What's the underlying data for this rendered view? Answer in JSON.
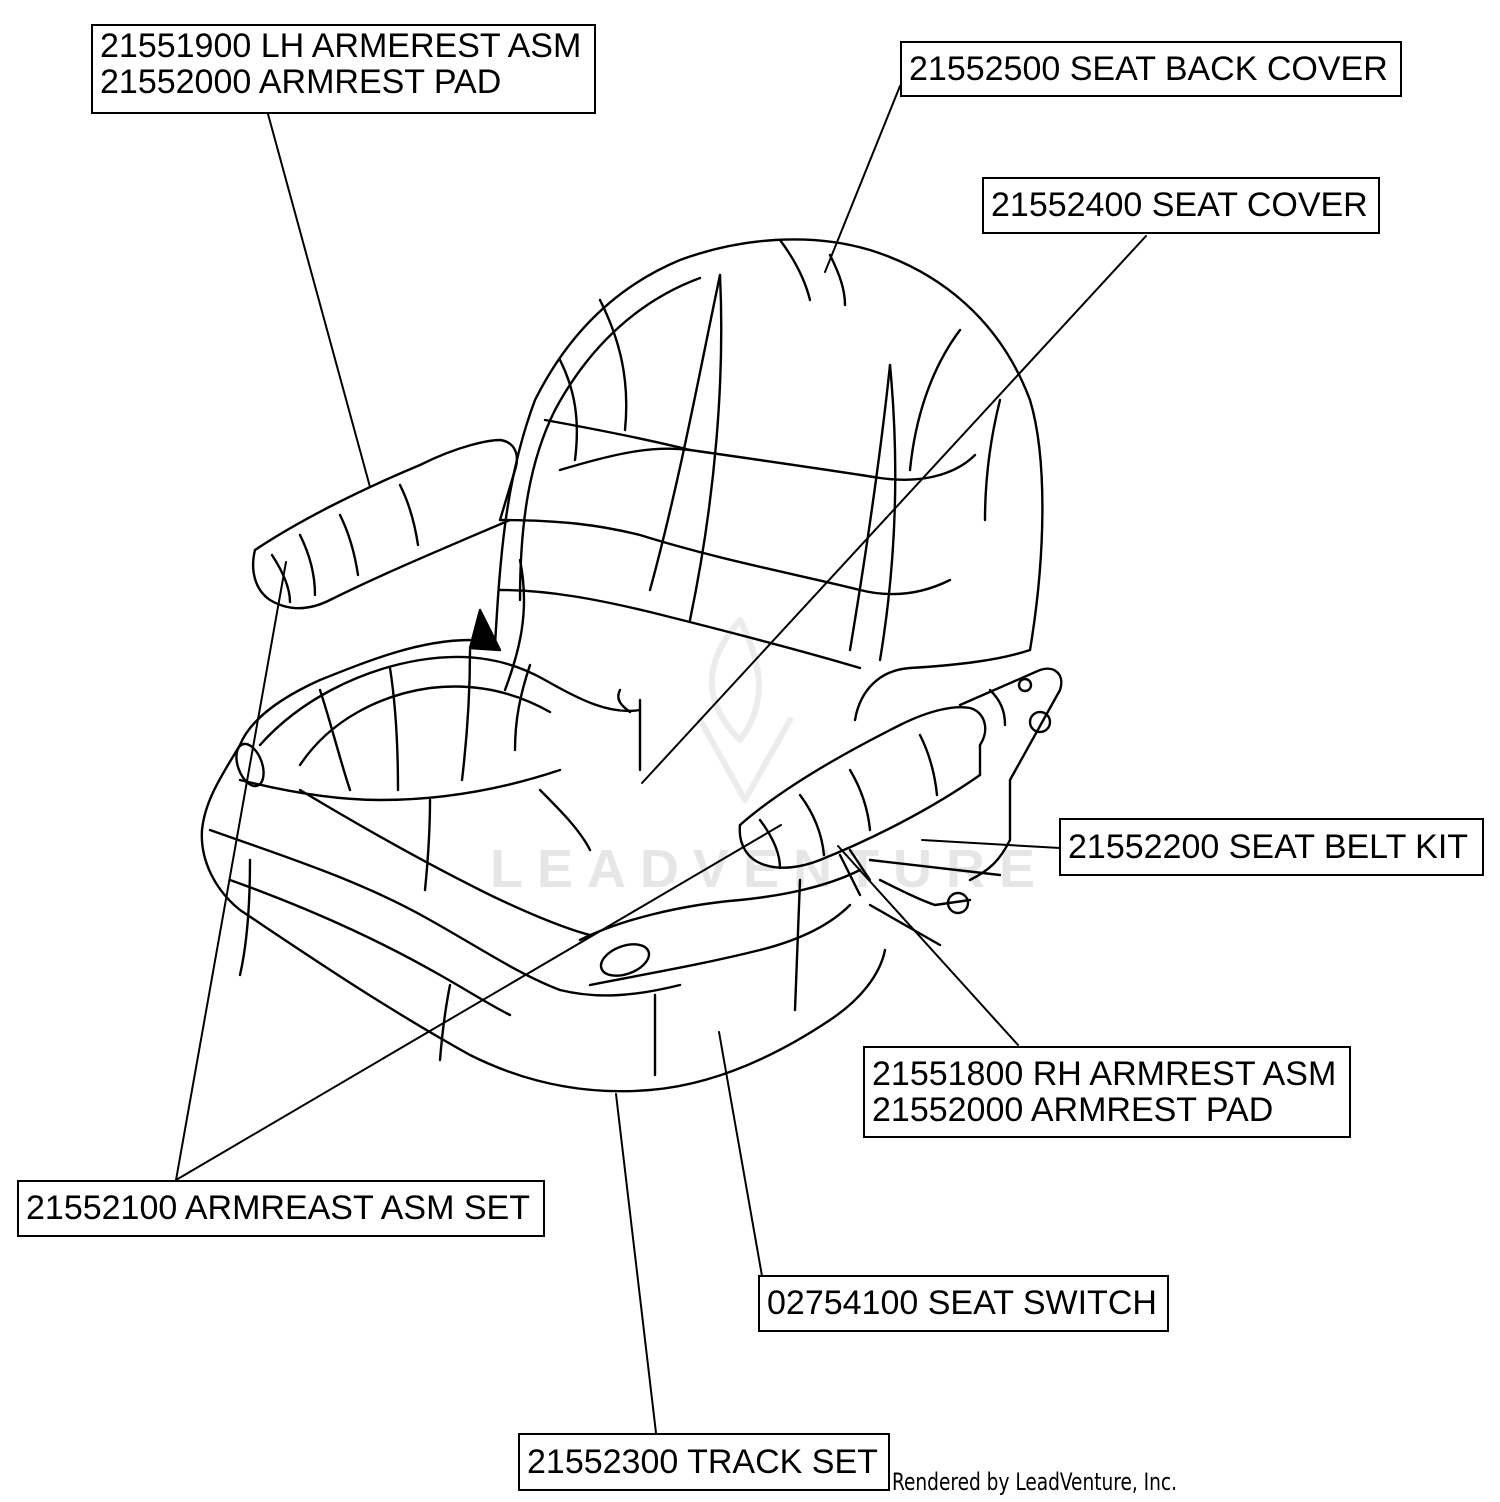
{
  "callouts": {
    "lh_armrest": {
      "line1": "21551900 LH ARMEREST ASM",
      "line2": "21552000 ARMREST PAD"
    },
    "seat_back_cover": "21552500 SEAT BACK COVER",
    "seat_cover": "21552400 SEAT COVER",
    "seat_belt_kit": "21552200 SEAT BELT KIT",
    "rh_armrest": {
      "line1": "21551800 RH ARMREST ASM",
      "line2": "21552000 ARMREST PAD"
    },
    "armrest_set": "21552100 ARMREAST ASM SET",
    "seat_switch": "02754100 SEAT SWITCH",
    "track_set": "21552300 TRACK SET"
  },
  "credit": "Rendered by LeadVenture, Inc.",
  "watermark": "LEADVENTURE"
}
